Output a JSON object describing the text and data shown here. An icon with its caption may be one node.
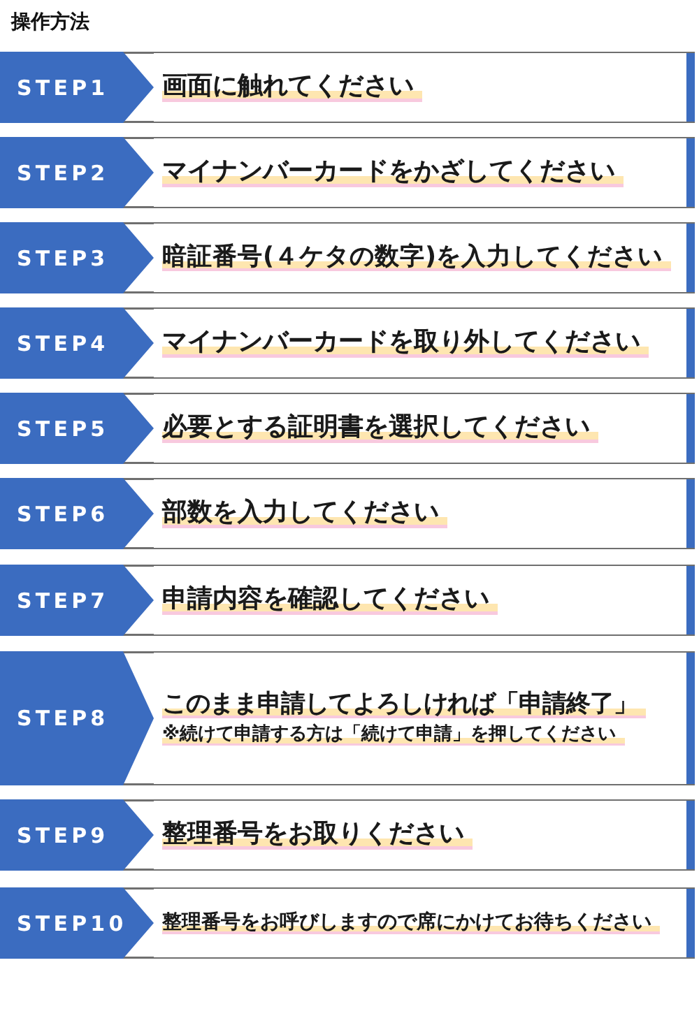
{
  "diagram": {
    "title": "操作方法",
    "nodes": [
      {
        "text": [
          "STEP1"
        ]
      },
      {
        "text": [
          "画面に触れてください"
        ]
      },
      {
        "text": [
          "STEP2"
        ]
      },
      {
        "text": [
          "マイナンバーカードをかざしてください"
        ]
      },
      {
        "text": [
          "STEP3"
        ]
      },
      {
        "text": [
          "暗証番号(４ケタの数字)を入力してください"
        ]
      },
      {
        "text": [
          "STEP4"
        ]
      },
      {
        "text": [
          "マイナンバーカードを取り外してください"
        ]
      },
      {
        "text": [
          "STEP5"
        ]
      },
      {
        "text": [
          "必要とする証明書を選択してください"
        ]
      },
      {
        "text": [
          "STEP6"
        ]
      },
      {
        "text": [
          "部数を入力してください"
        ]
      },
      {
        "text": [
          "STEP7"
        ]
      },
      {
        "text": [
          "申請内容を確認してください"
        ]
      },
      {
        "text": [
          "STEP8"
        ]
      },
      {
        "text": [
          "このまま申請してよろしければ「申請終了」",
          "※続けて申請する方は「続けて申請」を押してください"
        ]
      },
      {
        "text": [
          "STEP9"
        ]
      },
      {
        "text": [
          "整理番号をお取りください"
        ]
      },
      {
        "text": [
          "STEP10"
        ]
      },
      {
        "text": [
          "整理番号をお呼びしますので席にかけてお待ちください"
        ]
      }
    ]
  }
}
